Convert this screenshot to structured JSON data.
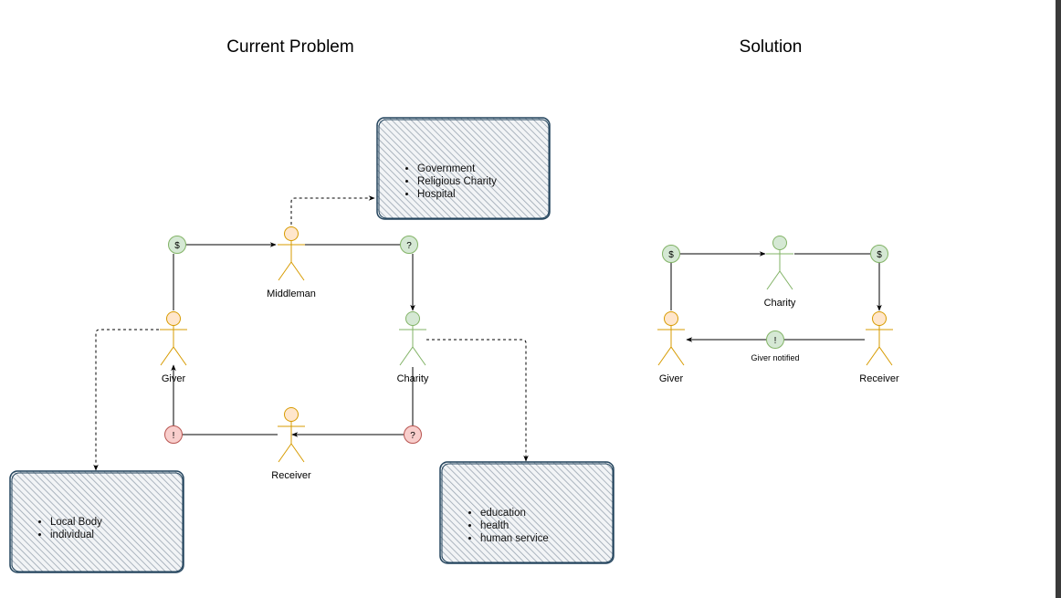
{
  "titles": {
    "current_problem": "Current Problem",
    "solution": "Solution"
  },
  "actors": {
    "middleman": "Middleman",
    "giver": "Giver",
    "charity": "Charity",
    "receiver": "Receiver",
    "solution_charity": "Charity",
    "solution_giver": "Giver",
    "solution_receiver": "Receiver"
  },
  "badges": {
    "dollar": "$",
    "question": "?",
    "exclaim": "!"
  },
  "labels": {
    "giver_notified": "Giver notified"
  },
  "boxes": {
    "middleman_targets": [
      "Government",
      "Religious Charity",
      "Hospital"
    ],
    "giver_targets": [
      "Local Body",
      "individual"
    ],
    "charity_targets": [
      "education",
      "health",
      "human service"
    ]
  },
  "colors": {
    "actor_orange_fill": "#ffe6cc",
    "actor_orange_stroke": "#d79b00",
    "actor_green_fill": "#d5e8d4",
    "actor_green_stroke": "#82b366",
    "badge_green_fill": "#d5e8d4",
    "badge_green_stroke": "#82b366",
    "badge_red_fill": "#f8cecc",
    "badge_red_stroke": "#b85450",
    "box_stroke": "#23445d",
    "box_hatch": "#9aa5b1"
  }
}
